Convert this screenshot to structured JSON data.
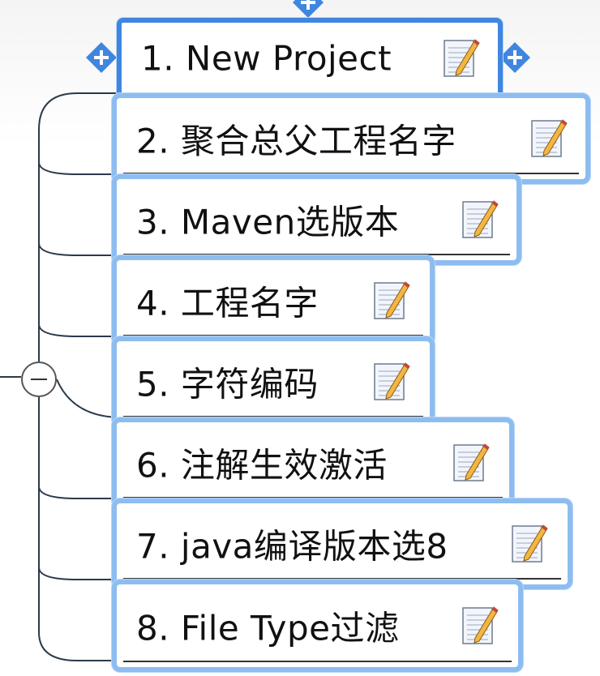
{
  "mindmap": {
    "selected_topic": "1. New Project",
    "topics": [
      {
        "label": "1. New Project",
        "icon": "note-icon"
      },
      {
        "label": "2. 聚合总父工程名字",
        "icon": "note-icon"
      },
      {
        "label": "3. Maven选版本",
        "icon": "note-icon"
      },
      {
        "label": "4. 工程名字",
        "icon": "note-icon"
      },
      {
        "label": "5. 字符编码",
        "icon": "note-icon"
      },
      {
        "label": "6. 注解生效激活",
        "icon": "note-icon"
      },
      {
        "label": "7. java编译版本选8",
        "icon": "note-icon"
      },
      {
        "label": "8. File Type过滤",
        "icon": "note-icon"
      }
    ],
    "colors": {
      "selected_border": "#3f86e0",
      "topic_border": "#8dbdf0",
      "connector": "#2b3a4a"
    }
  }
}
